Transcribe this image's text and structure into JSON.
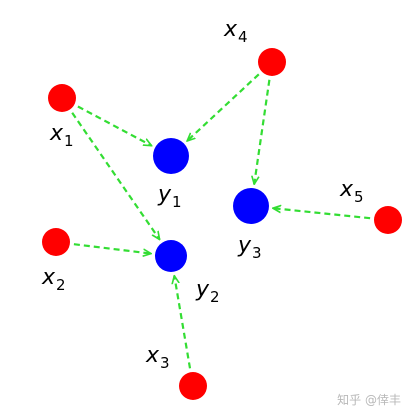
{
  "colors": {
    "input_node": "#ff0000",
    "output_node": "#0000ff",
    "edge": "#33dd33",
    "label": "#000000"
  },
  "nodes": [
    {
      "id": "x1",
      "label": "x",
      "sub": "1",
      "kind": "input"
    },
    {
      "id": "x2",
      "label": "x",
      "sub": "2",
      "kind": "input"
    },
    {
      "id": "x3",
      "label": "x",
      "sub": "3",
      "kind": "input"
    },
    {
      "id": "x4",
      "label": "x",
      "sub": "4",
      "kind": "input"
    },
    {
      "id": "x5",
      "label": "x",
      "sub": "5",
      "kind": "input"
    },
    {
      "id": "y1",
      "label": "y",
      "sub": "1",
      "kind": "output"
    },
    {
      "id": "y2",
      "label": "y",
      "sub": "2",
      "kind": "output"
    },
    {
      "id": "y3",
      "label": "y",
      "sub": "3",
      "kind": "output"
    }
  ],
  "edges": [
    {
      "from": "x1",
      "to": "y1"
    },
    {
      "from": "x1",
      "to": "y2"
    },
    {
      "from": "x2",
      "to": "y2"
    },
    {
      "from": "x3",
      "to": "y2"
    },
    {
      "from": "x4",
      "to": "y1"
    },
    {
      "from": "x4",
      "to": "y3"
    },
    {
      "from": "x5",
      "to": "y3"
    }
  ],
  "watermark": "知乎 @倖丰"
}
